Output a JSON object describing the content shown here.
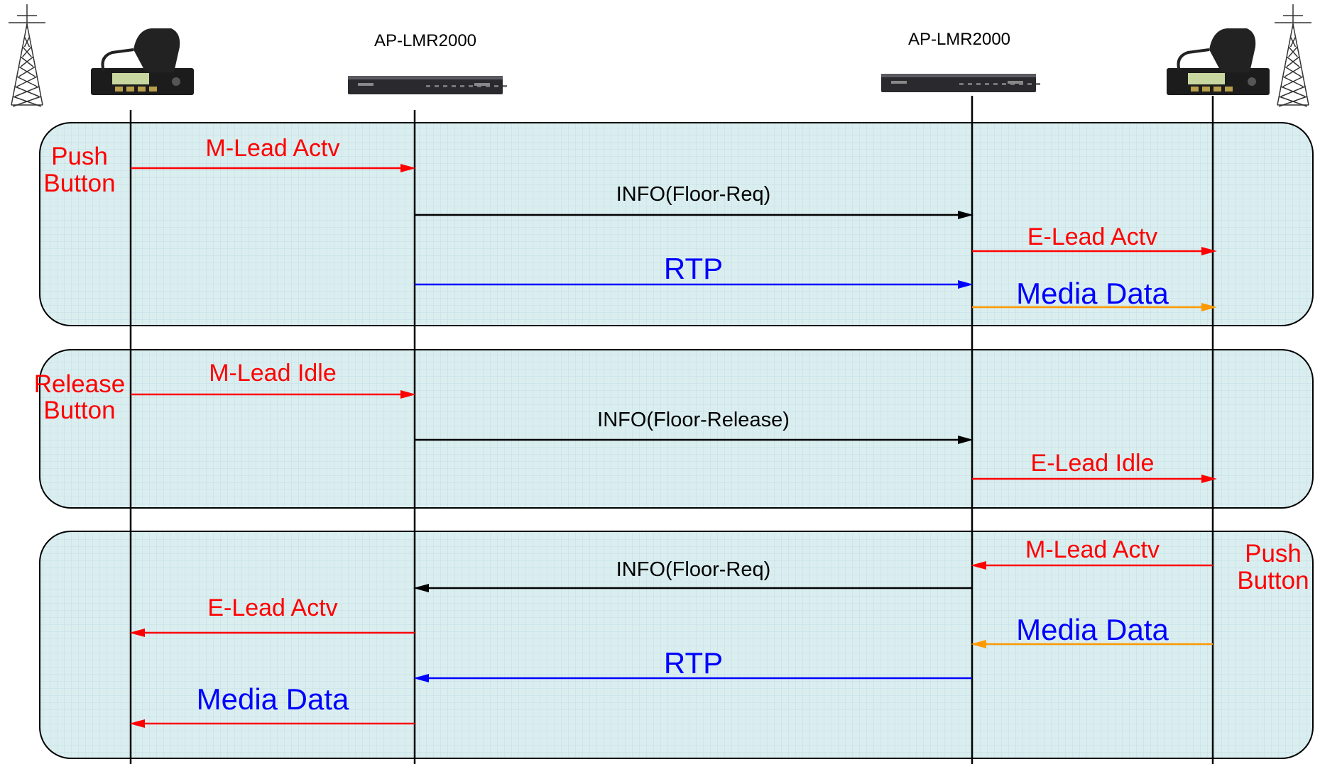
{
  "devices": [
    {
      "label": "",
      "icon": "radio-icon"
    },
    {
      "label": "AP-LMR2000",
      "icon": "gateway-icon"
    },
    {
      "label": "AP-LMR2000",
      "icon": "gateway-icon"
    },
    {
      "label": "",
      "icon": "radio-icon"
    }
  ],
  "towers": [
    "tower-icon",
    "tower-icon"
  ],
  "colors": {
    "lead": "#ff0000",
    "info": "#000000",
    "rtp": "#0000ff",
    "media_arrow": "#ff9900",
    "media_text": "#0000ff",
    "panel_fill": "#daeef0",
    "panel_grid": "#c3dde4"
  },
  "phases": [
    {
      "side_label": {
        "line1": "Push",
        "line2": "Button",
        "color": "#ff0000",
        "side": "left"
      },
      "messages": [
        {
          "text": "M-Lead Actv",
          "from": 0,
          "to": 1,
          "color": "#ff0000",
          "text_color": "#ff0000",
          "size": "medium"
        },
        {
          "text": "INFO(Floor-Req)",
          "from": 1,
          "to": 2,
          "color": "#000000",
          "text_color": "#000000",
          "size": "small"
        },
        {
          "text": "E-Lead Actv",
          "from": 2,
          "to": 3,
          "color": "#ff0000",
          "text_color": "#ff0000",
          "size": "medium"
        },
        {
          "text": "RTP",
          "from": 1,
          "to": 2,
          "color": "#0000ff",
          "text_color": "#0000ff",
          "size": "large"
        },
        {
          "text": "Media Data",
          "from": 2,
          "to": 3,
          "color": "#ff9900",
          "text_color": "#0000ff",
          "size": "large"
        }
      ]
    },
    {
      "side_label": {
        "line1": "Release",
        "line2": "Button",
        "color": "#ff0000",
        "side": "left"
      },
      "messages": [
        {
          "text": "M-Lead Idle",
          "from": 0,
          "to": 1,
          "color": "#ff0000",
          "text_color": "#ff0000",
          "size": "medium"
        },
        {
          "text": "INFO(Floor-Release)",
          "from": 1,
          "to": 2,
          "color": "#000000",
          "text_color": "#000000",
          "size": "small"
        },
        {
          "text": "E-Lead Idle",
          "from": 2,
          "to": 3,
          "color": "#ff0000",
          "text_color": "#ff0000",
          "size": "medium"
        }
      ]
    },
    {
      "side_label": {
        "line1": "Push",
        "line2": "Button",
        "color": "#ff0000",
        "side": "right"
      },
      "messages": [
        {
          "text": "M-Lead Actv",
          "from": 3,
          "to": 2,
          "color": "#ff0000",
          "text_color": "#ff0000",
          "size": "medium"
        },
        {
          "text": "INFO(Floor-Req)",
          "from": 2,
          "to": 1,
          "color": "#000000",
          "text_color": "#000000",
          "size": "small"
        },
        {
          "text": "E-Lead Actv",
          "from": 1,
          "to": 0,
          "color": "#ff0000",
          "text_color": "#ff0000",
          "size": "medium"
        },
        {
          "text": "Media Data",
          "from": 3,
          "to": 2,
          "color": "#ff9900",
          "text_color": "#0000ff",
          "size": "large"
        },
        {
          "text": "RTP",
          "from": 2,
          "to": 1,
          "color": "#0000ff",
          "text_color": "#0000ff",
          "size": "large"
        },
        {
          "text": "Media Data",
          "from": 1,
          "to": 0,
          "color": "#ff0000",
          "text_color": "#0000ff",
          "size": "large"
        }
      ]
    }
  ]
}
